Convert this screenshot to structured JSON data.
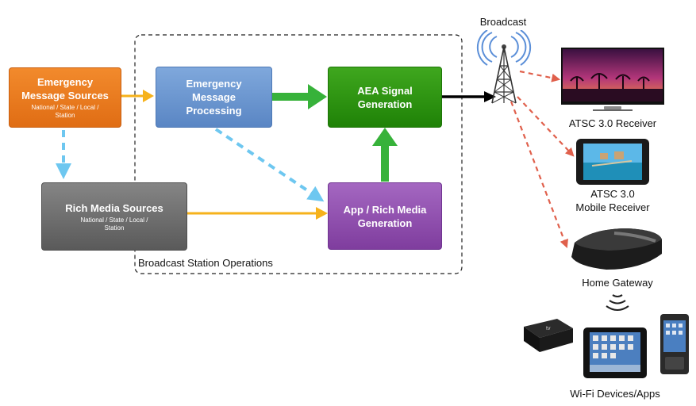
{
  "nodes": {
    "emergency_sources": {
      "title_lines": [
        "Emergency",
        "Message Sources"
      ],
      "subtitle_lines": [
        "National / State / Local /",
        "Station"
      ],
      "color": "#ee7a1e"
    },
    "rich_media_sources": {
      "title": "Rich Media Sources",
      "subtitle_lines": [
        "National / State / Local /",
        "Station"
      ],
      "color": "#6d6d6d"
    },
    "emergency_processing": {
      "title_lines": [
        "Emergency",
        "Message",
        "Processing"
      ],
      "color": "#6c97cf"
    },
    "aea_signal": {
      "title_lines": [
        "AEA Signal",
        "Generation"
      ],
      "color": "#2f9b12"
    },
    "app_rich_media": {
      "title_lines": [
        "App / Rich Media",
        "Generation"
      ],
      "color": "#8e4ea9"
    }
  },
  "station_region_label": "Broadcast Station Operations",
  "broadcast_label": "Broadcast",
  "devices": {
    "tv_label": "ATSC 3.0 Receiver",
    "mobile_label_lines": [
      "ATSC 3.0",
      "Mobile Receiver"
    ],
    "gateway_label": "Home Gateway",
    "wifi_label": "Wi-Fi  Devices/Apps"
  },
  "connector_colors": {
    "source_feed": "#f6b21b",
    "dashed_link": "#6ec7f0",
    "green_flow": "#37b23a",
    "broadcast_out": "#000000",
    "rf_link": "#e0604c"
  }
}
